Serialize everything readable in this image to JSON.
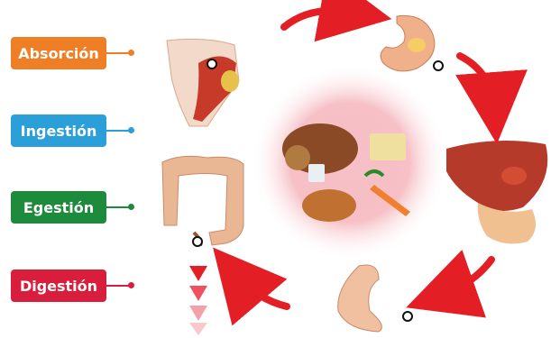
{
  "labels": [
    {
      "id": "absorcion",
      "text": "Absorción",
      "color": "#f07e25"
    },
    {
      "id": "ingestion",
      "text": "Ingestión",
      "color": "#2a9fd8"
    },
    {
      "id": "egestion",
      "text": "Egestión",
      "color": "#1e8a3c"
    },
    {
      "id": "digestion",
      "text": "Digestión",
      "color": "#d81e3c"
    }
  ],
  "colors": {
    "arrow": "#e31e24",
    "center_glow": "#f0a0a8",
    "organ": "#e8a37a"
  },
  "icons": [
    "mouth-esophagus",
    "stomach",
    "liver-pancreas",
    "small-intestine",
    "large-intestine",
    "food-plate"
  ]
}
